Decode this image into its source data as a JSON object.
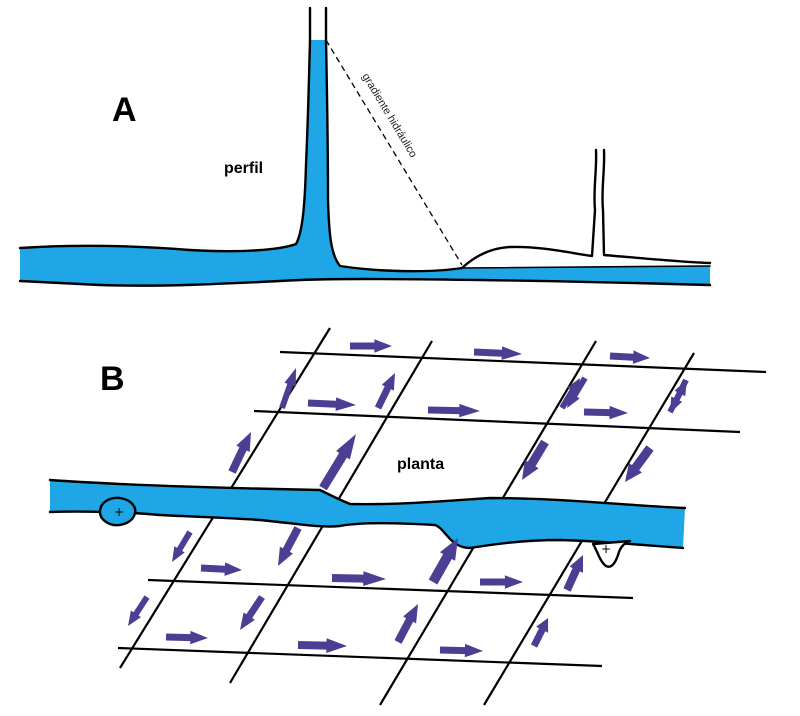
{
  "panels": [
    {
      "letter": "A",
      "view": "perfil",
      "annotation": "gradiente hidráulico"
    },
    {
      "letter": "B",
      "view": "planta"
    }
  ],
  "symbols": {
    "plus": "+"
  },
  "colors": {
    "water": "#1ea6e6",
    "arrow": "#4a3f93",
    "line": "#000000"
  },
  "flow_arrows": {
    "color": "#4a3f93",
    "icon": "flow-arrow-icon"
  }
}
